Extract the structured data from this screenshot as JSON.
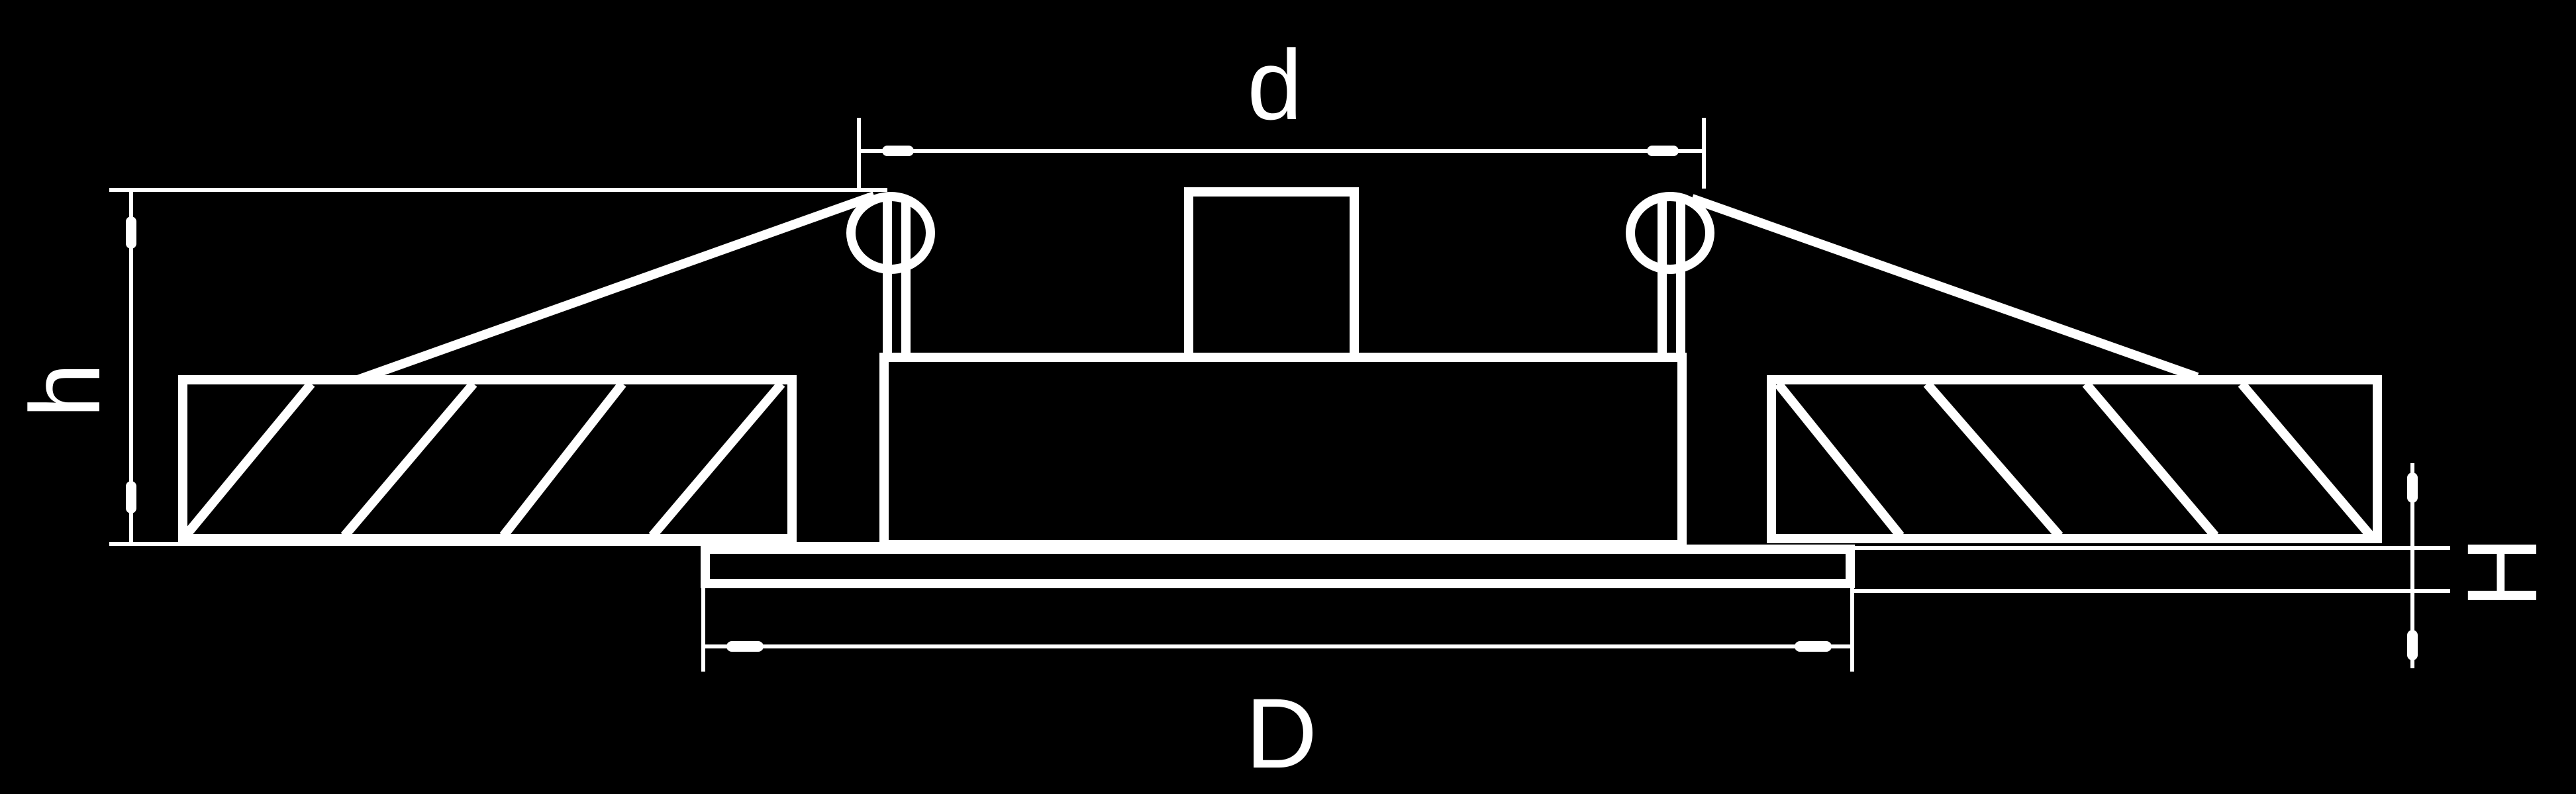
{
  "labels": {
    "d": "d",
    "h": "h",
    "D": "D",
    "H": "H"
  },
  "colors": {
    "background": "#000000",
    "lines": "#ffffff"
  }
}
